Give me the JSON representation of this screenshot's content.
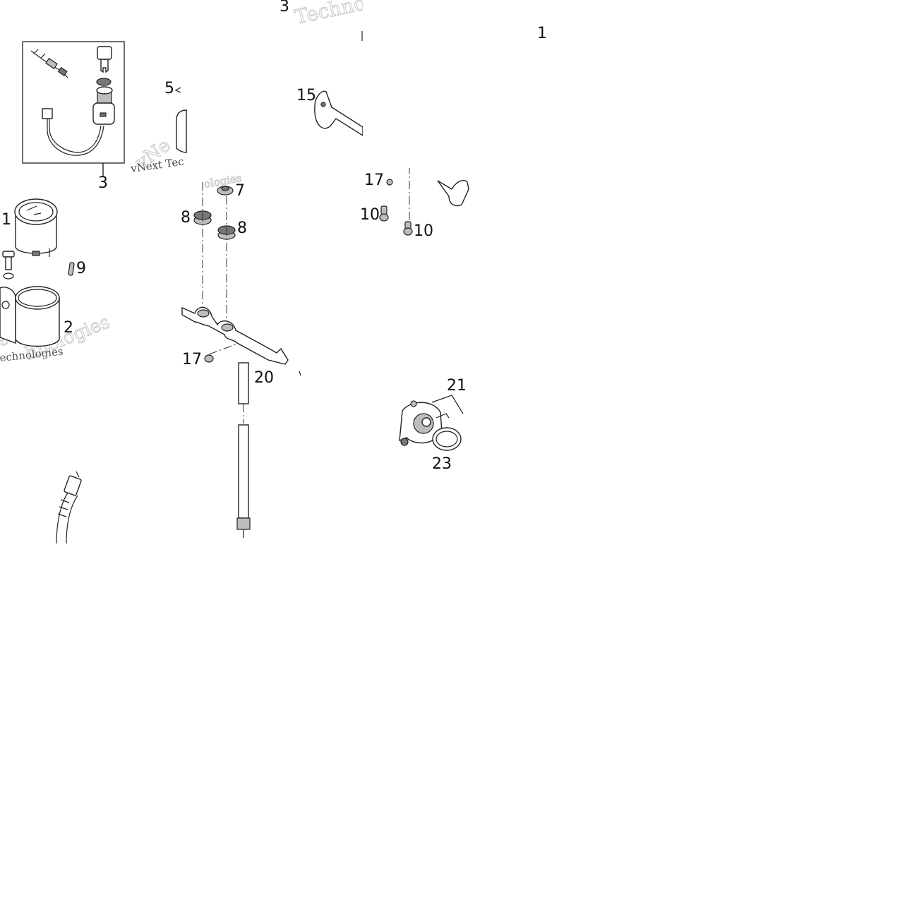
{
  "diagram": {
    "callouts": [
      {
        "id": "c3-top",
        "text": "3"
      },
      {
        "id": "c1-top",
        "text": "1"
      },
      {
        "id": "c5",
        "text": "5"
      },
      {
        "id": "c15",
        "text": "15"
      },
      {
        "id": "c3-box",
        "text": "3"
      },
      {
        "id": "c7",
        "text": "7"
      },
      {
        "id": "c17-right",
        "text": "17"
      },
      {
        "id": "c8-left",
        "text": "8"
      },
      {
        "id": "c8-right",
        "text": "8"
      },
      {
        "id": "c10-left",
        "text": "10"
      },
      {
        "id": "c10-right",
        "text": "10"
      },
      {
        "id": "c1-gauge",
        "text": "1"
      },
      {
        "id": "c9",
        "text": "9"
      },
      {
        "id": "c2",
        "text": "2"
      },
      {
        "id": "c17-bottom",
        "text": "17"
      },
      {
        "id": "c20",
        "text": "20"
      },
      {
        "id": "c21",
        "text": "21"
      },
      {
        "id": "c23",
        "text": "23"
      }
    ],
    "watermarks": [
      {
        "id": "wm-1",
        "text": "Techno"
      },
      {
        "id": "wm-2",
        "text": "vNext Tec"
      },
      {
        "id": "wm-3",
        "text": "vNe"
      },
      {
        "id": "wm-4",
        "text": "ologies"
      },
      {
        "id": "wm-5",
        "text": "ext"
      },
      {
        "id": "wm-6",
        "text": "hnologies"
      },
      {
        "id": "wm-7",
        "text": "echnologies"
      }
    ]
  }
}
